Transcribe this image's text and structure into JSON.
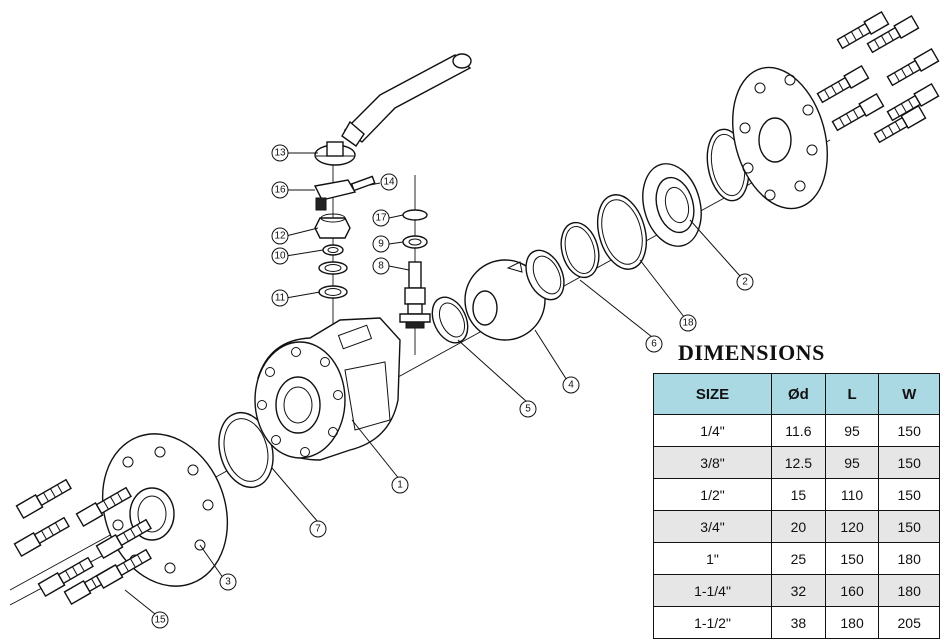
{
  "callouts": [
    "1",
    "2",
    "3",
    "4",
    "5",
    "6",
    "7",
    "8",
    "9",
    "10",
    "11",
    "12",
    "13",
    "14",
    "15",
    "16",
    "17",
    "18"
  ],
  "dimensions": {
    "title": "DIMENSIONS",
    "headers": [
      "SIZE",
      "Ød",
      "L",
      "W"
    ],
    "rows": [
      [
        "1/4\"",
        "11.6",
        "95",
        "150"
      ],
      [
        "3/8\"",
        "12.5",
        "95",
        "150"
      ],
      [
        "1/2\"",
        "15",
        "110",
        "150"
      ],
      [
        "3/4\"",
        "20",
        "120",
        "150"
      ],
      [
        "1\"",
        "25",
        "150",
        "180"
      ],
      [
        "1-1/4\"",
        "32",
        "160",
        "180"
      ],
      [
        "1-1/2\"",
        "38",
        "180",
        "205"
      ]
    ]
  }
}
